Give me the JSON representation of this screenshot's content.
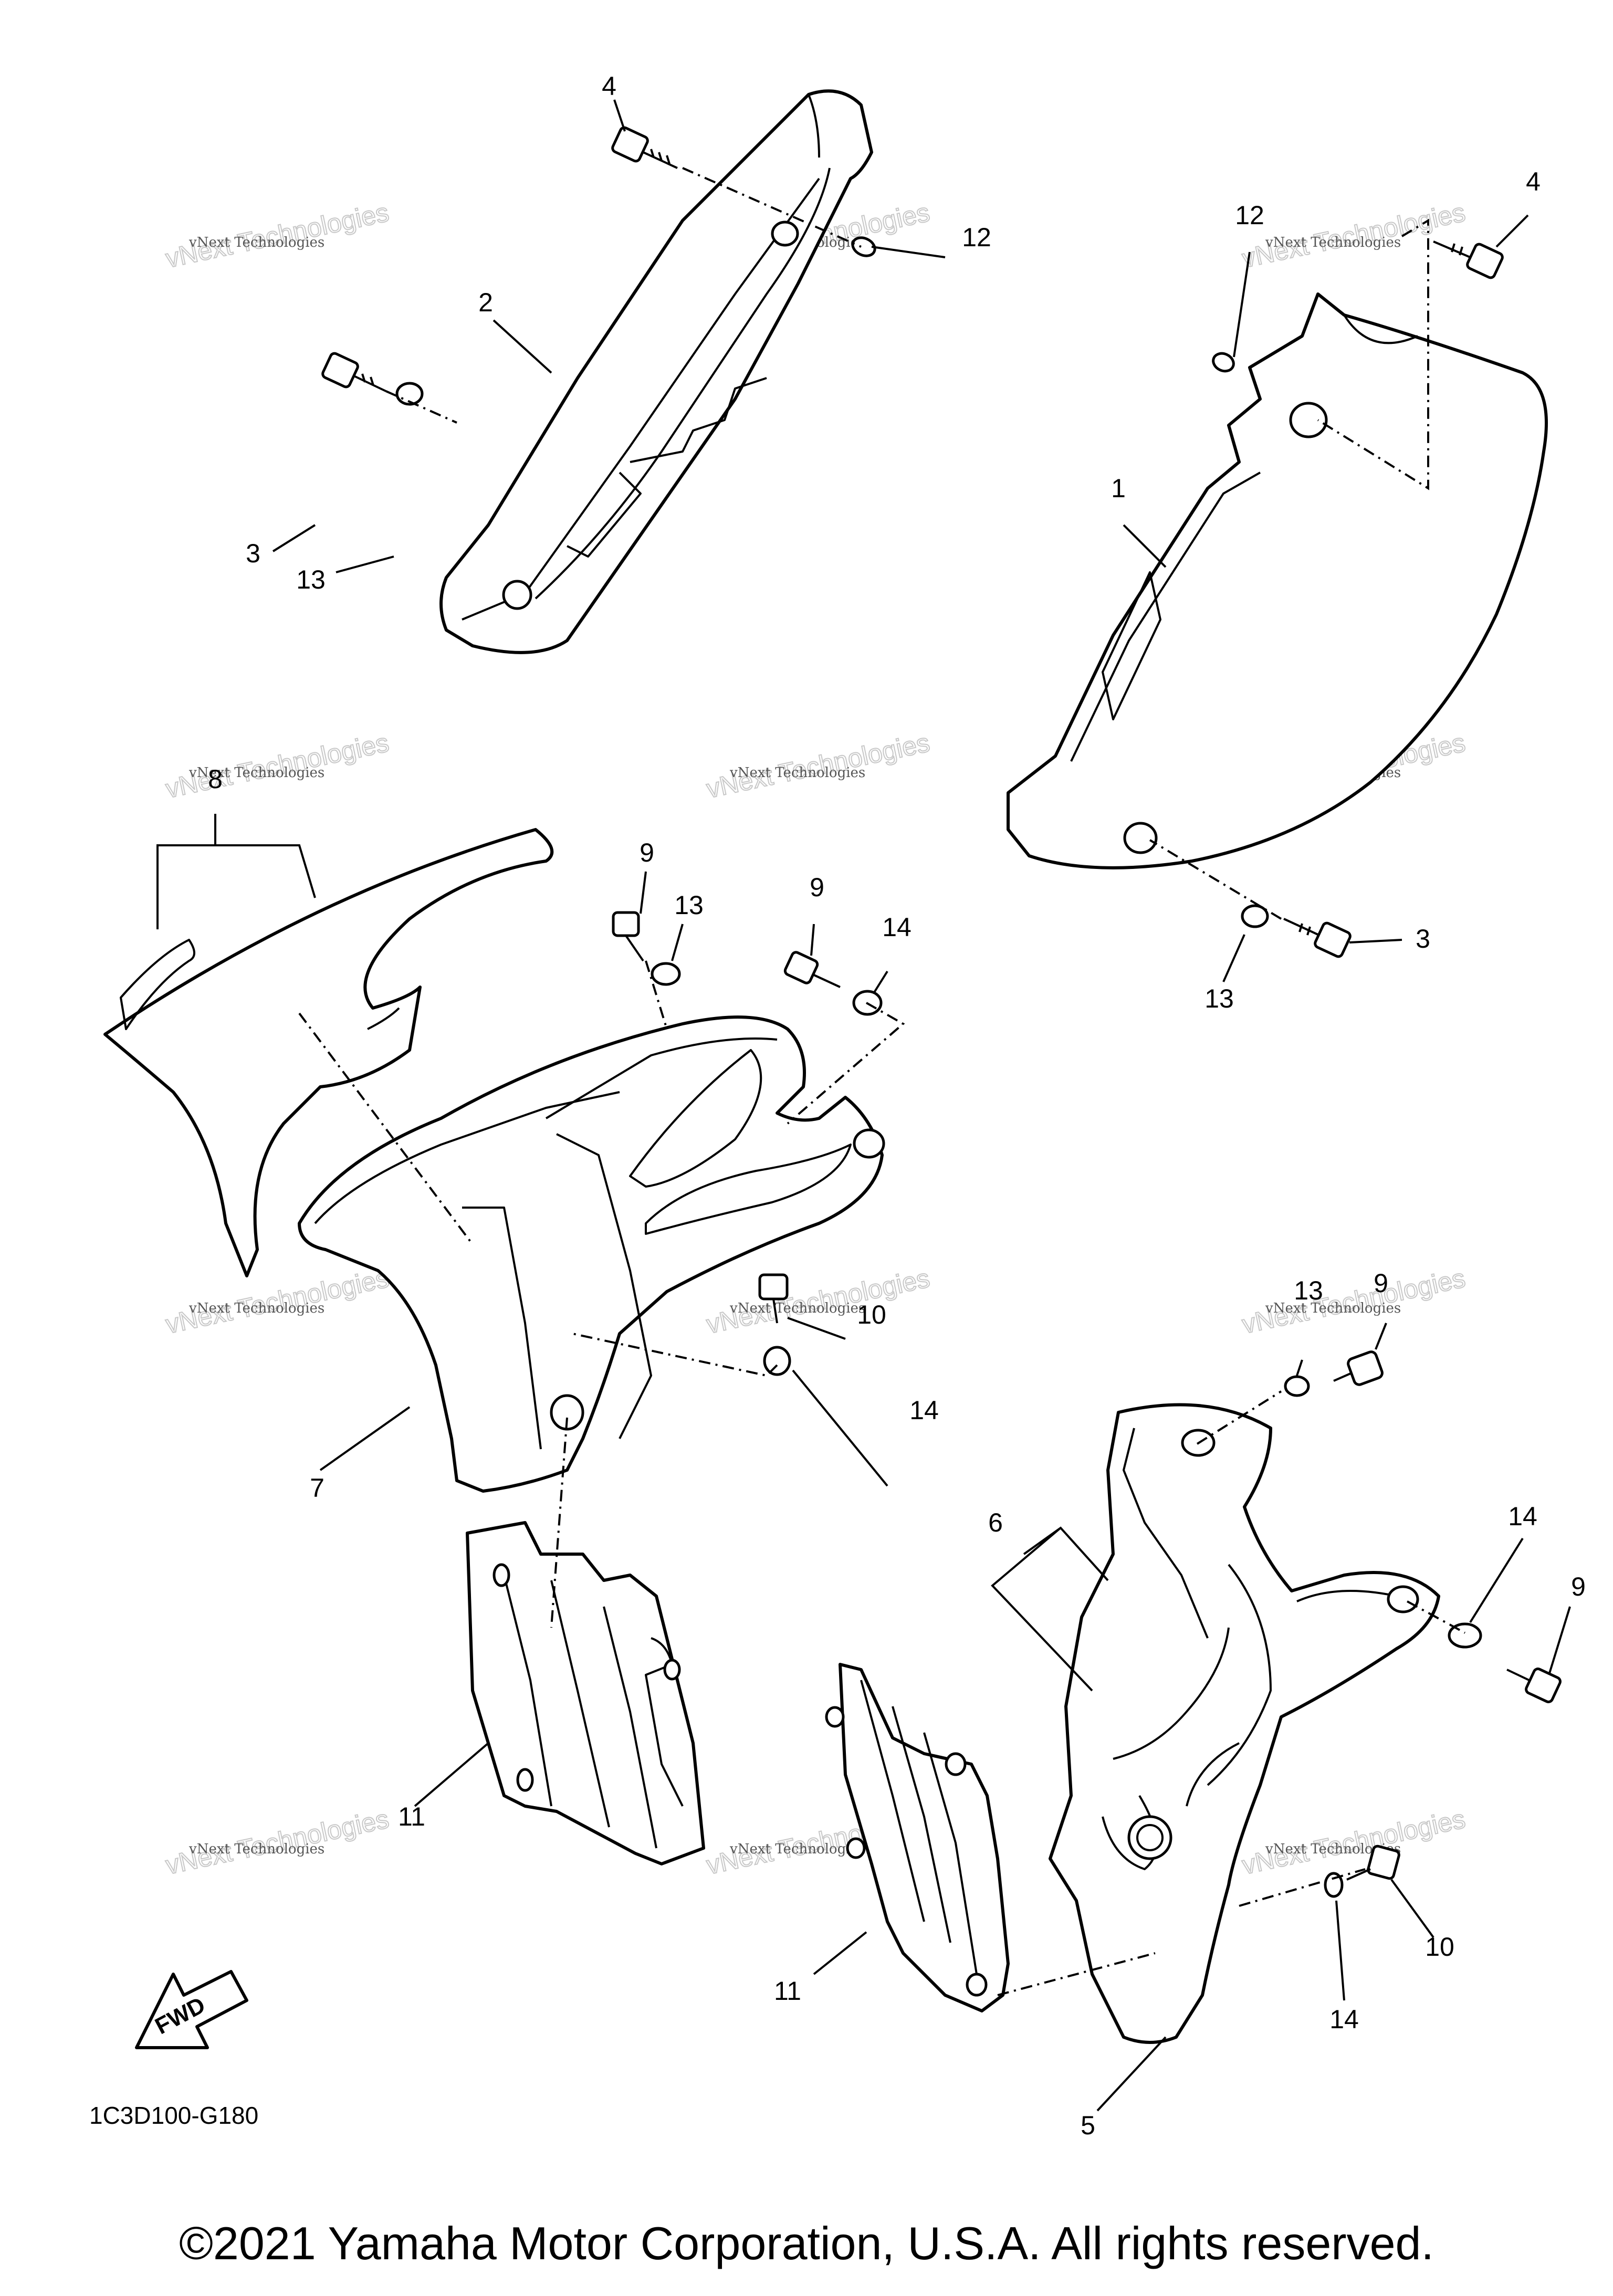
{
  "diagram": {
    "code": "1C3D100-G180",
    "fwd_label": "FWD",
    "callouts": [
      "1",
      "2",
      "3",
      "3",
      "4",
      "4",
      "5",
      "6",
      "7",
      "8",
      "9",
      "9",
      "9",
      "9",
      "10",
      "10",
      "11",
      "11",
      "12",
      "12",
      "13",
      "13",
      "13",
      "13",
      "14",
      "14",
      "14",
      "14"
    ]
  },
  "watermark": {
    "line1": "vNext Technologies",
    "line2": "vNext Technologies"
  },
  "footer": {
    "copyright": "©2021 Yamaha Motor Corporation, U.S.A. All rights reserved."
  }
}
